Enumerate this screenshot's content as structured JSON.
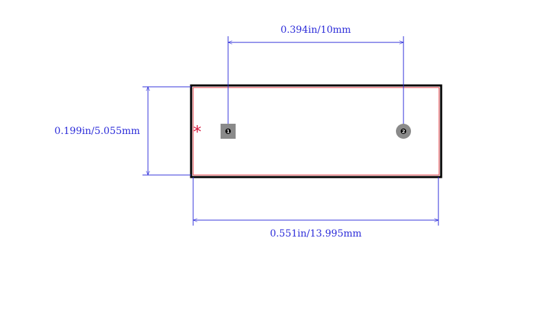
{
  "dimensions": {
    "pad_spacing": "0.394in/10mm",
    "body_height": "0.199in/5.055mm",
    "body_width": "0.551in/13.995mm"
  },
  "pads": [
    {
      "number": "1",
      "shape": "square"
    },
    {
      "number": "2",
      "shape": "round"
    }
  ],
  "pin1_marker": "*",
  "colors": {
    "dimension": "#2b2bd9",
    "outline": "#000000",
    "courtyard": "#e0303a",
    "pad": "#8a8a8a",
    "marker": "#d4143a"
  }
}
